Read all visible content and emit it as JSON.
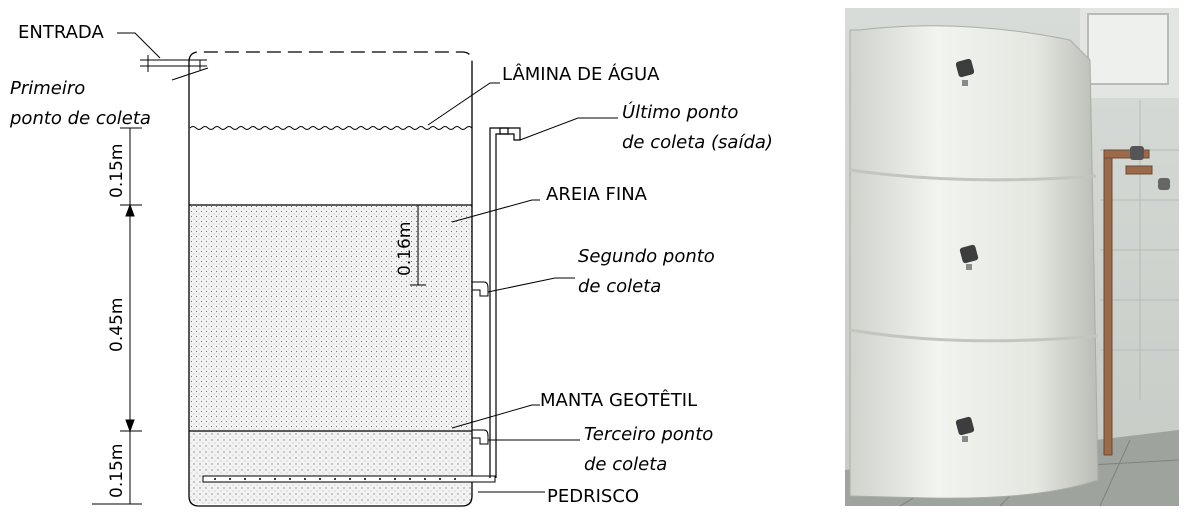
{
  "labels": {
    "entrada": "ENTRADA",
    "primeiro_1": "Primeiro",
    "primeiro_2": "ponto de coleta",
    "lamina": "LÂMINA DE ÁGUA",
    "ultimo_1": "Último ponto",
    "ultimo_2": "de coleta (saída)",
    "areia": "AREIA FINA",
    "segundo_1": "Segundo ponto",
    "segundo_2": "de coleta",
    "manta": "MANTA GEOTÊTIL",
    "terceiro_1": "Terceiro ponto",
    "terceiro_2": "de coleta",
    "pedrisco": "PEDRISCO"
  },
  "dimensions": {
    "top_layer": "0.15m",
    "sand_layer": "0.45m",
    "bottom_layer": "0.15m",
    "sample_depth": "0.16m"
  },
  "colors": {
    "line": "#000000",
    "sand_fill": "#efefef",
    "tank_body": "#ecefe8",
    "pipe": "#9a6a4a"
  }
}
